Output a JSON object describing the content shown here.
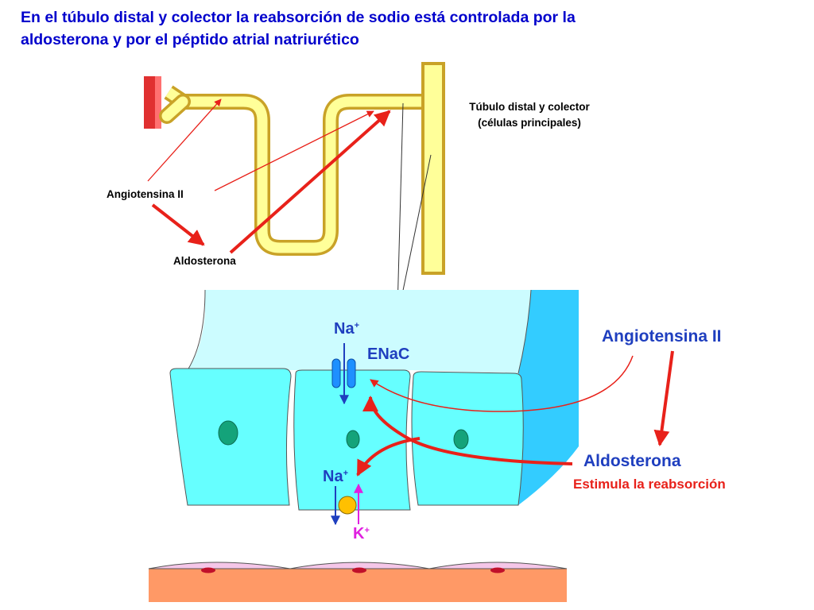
{
  "title": {
    "line1": "En el túbulo distal y colector la reabsorción de sodio está controlada por la",
    "line2": "aldosterona y por el péptido atrial natriurético"
  },
  "labels": {
    "tubule_line1": "Túbulo distal y colector",
    "tubule_line2": "(células principales)",
    "angiotensin_small": "Angiotensina II",
    "aldosterone_small": "Aldosterona",
    "angiotensin_big": "Angiotensina II",
    "aldosterone_big": "Aldosterona",
    "stimulates": "Estimula la reabsorción",
    "na_top": "Na",
    "na_bottom": "Na",
    "charge_plus": "+",
    "enac": "ENaC",
    "k": "K"
  },
  "colors": {
    "title": "#0000cc",
    "red": "#e8211a",
    "blue_text": "#1f3fbf",
    "magenta": "#e020e0",
    "tubule_fill": "#ffff99",
    "tubule_border": "#c9a227",
    "lumen": "#ccfcff",
    "cell": "#66ffff",
    "cell_dark": "#33ccff",
    "nucleus": "#14a37a",
    "pump": "#ffc000",
    "channel": "#1e90ff",
    "blood_vessel": "#ff9966",
    "endothelium": "#f5c6e8"
  }
}
